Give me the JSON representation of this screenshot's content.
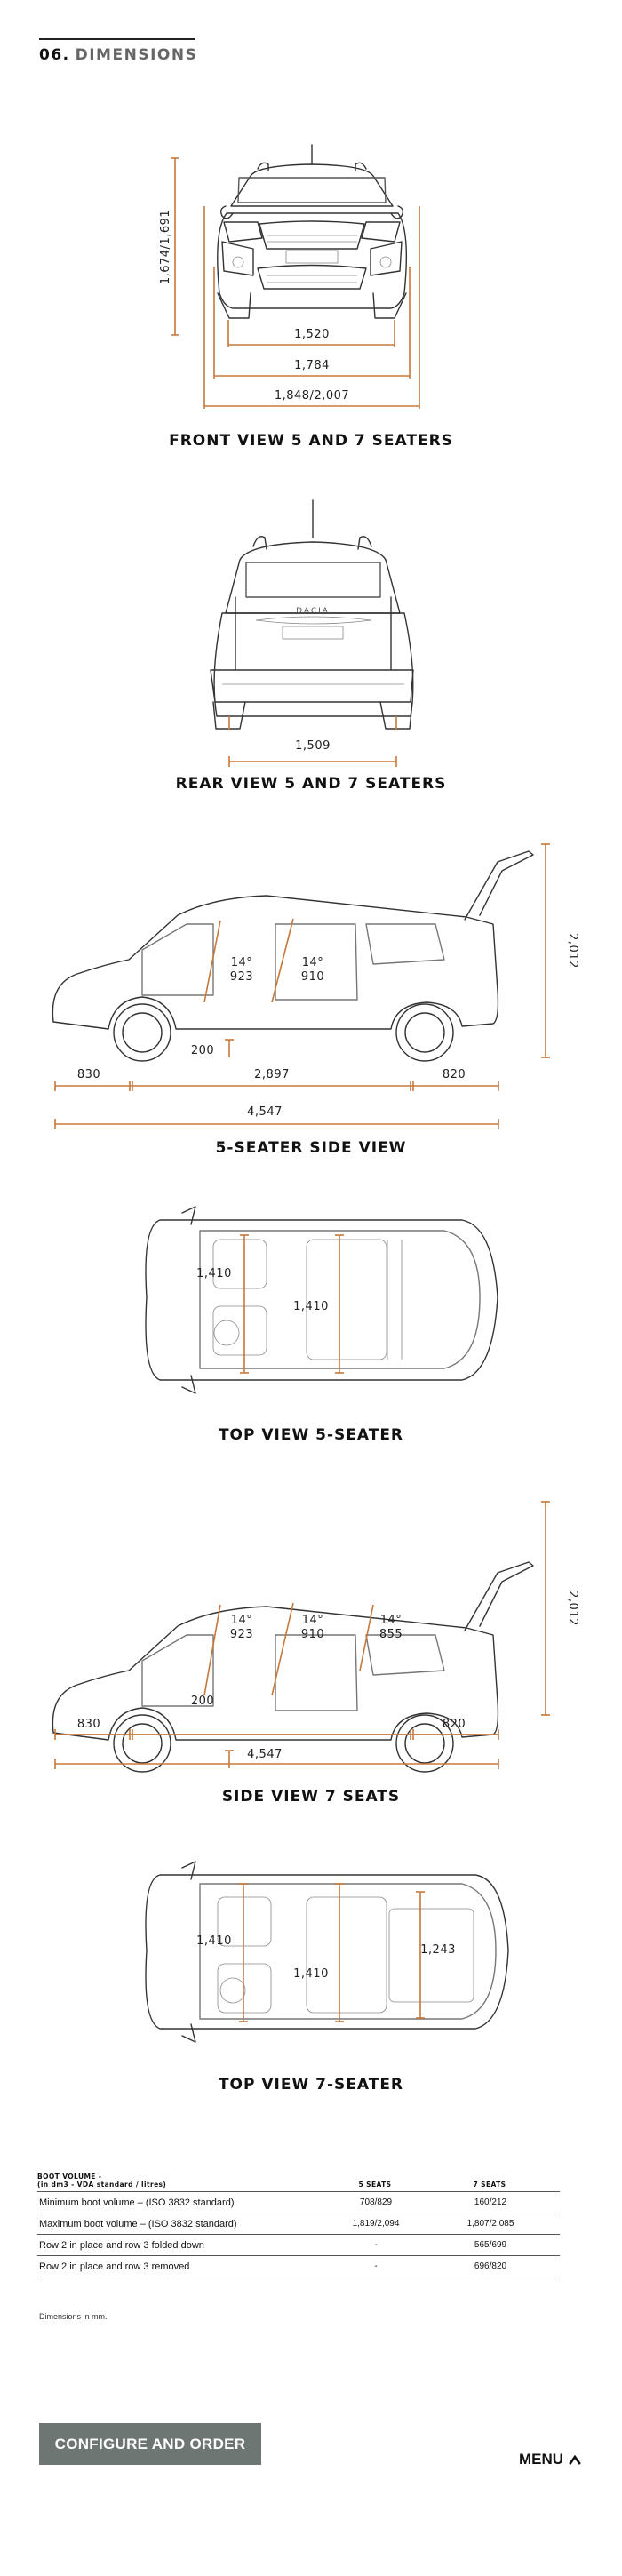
{
  "header": {
    "section_number": "06.",
    "section_name": "DIMENSIONS"
  },
  "views": {
    "front": {
      "title": "FRONT VIEW 5 AND 7 SEATERS",
      "height": "1,674/1,691",
      "track_front": "1,520",
      "width_body": "1,784",
      "width_mirrors": "1,848/2,007"
    },
    "rear": {
      "title": "REAR VIEW 5 AND 7 SEATERS",
      "badge": "DACIA",
      "track_rear": "1,509"
    },
    "side5": {
      "title": "5-SEATER SIDE VIEW",
      "angle1": "14°",
      "headroom1": "923",
      "angle2": "14°",
      "headroom2": "910",
      "ground_clearance": "200",
      "front_overhang": "830",
      "wheelbase": "2,897",
      "rear_overhang": "820",
      "length": "4,547",
      "height_open": "2,012"
    },
    "top5": {
      "title": "TOP VIEW 5-SEATER",
      "width_row1": "1,410",
      "width_row2": "1,410"
    },
    "side7": {
      "title": "SIDE VIEW 7 SEATS",
      "angle1": "14°",
      "headroom1": "923",
      "angle2": "14°",
      "headroom2": "910",
      "angle3": "14°",
      "headroom3": "855",
      "ground_clearance": "200",
      "front_overhang": "830",
      "rear_overhang": "820",
      "length": "4,547",
      "height_open": "2,012"
    },
    "top7": {
      "title": "TOP VIEW 7-SEATER",
      "width_row1": "1,410",
      "width_row2": "1,410",
      "width_row3": "1,243"
    }
  },
  "boot_table": {
    "header_line1": "BOOT VOLUME -",
    "header_line2": "(in dm3 - VDA standard / litres)",
    "col_5": "5 SEATS",
    "col_7": "7 SEATS",
    "rows": [
      {
        "label": "Minimum boot volume – (ISO 3832 standard)",
        "five": "708/829",
        "seven": "160/212"
      },
      {
        "label": "Maximum boot volume – (ISO 3832 standard)",
        "five": "1,819/2,094",
        "seven": "1,807/2,085"
      },
      {
        "label": "Row 2 in place and row 3 folded down",
        "five": "-",
        "seven": "565/699"
      },
      {
        "label": "Row 2 in place and row 3 removed",
        "five": "-",
        "seven": "696/820"
      }
    ]
  },
  "footnote": "Dimensions in mm.",
  "cta": {
    "label": "CONFIGURE AND ORDER"
  },
  "menu": {
    "label": "MENU",
    "icon": "chevron-up-icon"
  },
  "colors": {
    "dimension_lines": "#c8783a",
    "cta_background": "#6e7674",
    "text": "#111111"
  }
}
